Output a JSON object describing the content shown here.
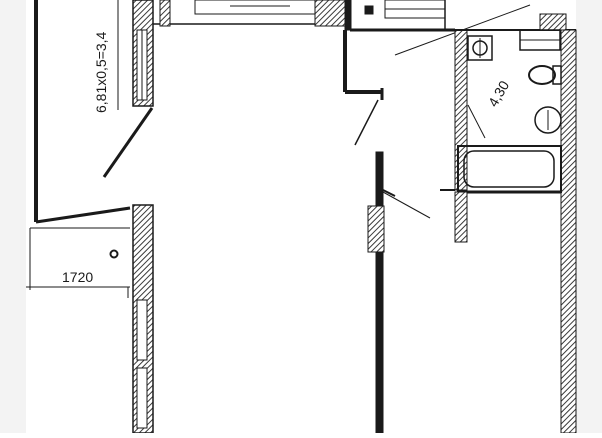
{
  "plan": {
    "labels": {
      "balcony_dimension": "6,81x0,5=3,4",
      "bathroom_area": "4,30",
      "width_dimension": "1720"
    }
  },
  "colors": {
    "ink": "#1a1a1a",
    "hatch": "#3a3a3a",
    "paper": "#ffffff",
    "edge": "#e6e6e6"
  }
}
